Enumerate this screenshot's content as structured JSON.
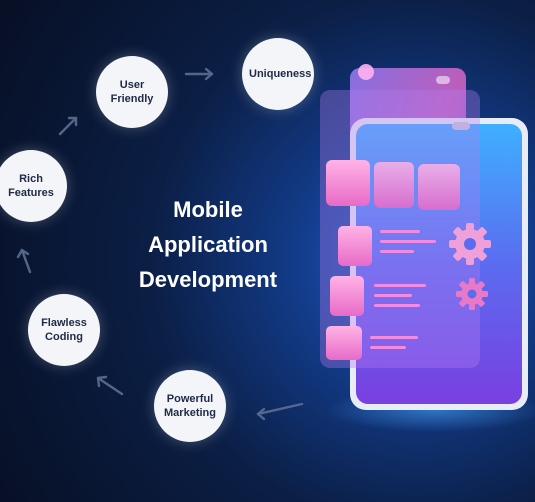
{
  "center_title": "Mobile\nApplication\nDevelopment",
  "features": [
    {
      "label": "User\nFriendly"
    },
    {
      "label": "Uniqueness"
    },
    {
      "label": "Rich\nFeatures"
    },
    {
      "label": "Flawless\nCoding"
    },
    {
      "label": "Powerful\nMarketing"
    }
  ],
  "colors": {
    "bg_dark": "#070f24",
    "bg_glow": "#1d5fd0",
    "circle_fill": "#f3f5f9",
    "circle_text": "#1f2a44",
    "accent_pink": "#e457c9",
    "accent_purple": "#7a4ef0"
  }
}
